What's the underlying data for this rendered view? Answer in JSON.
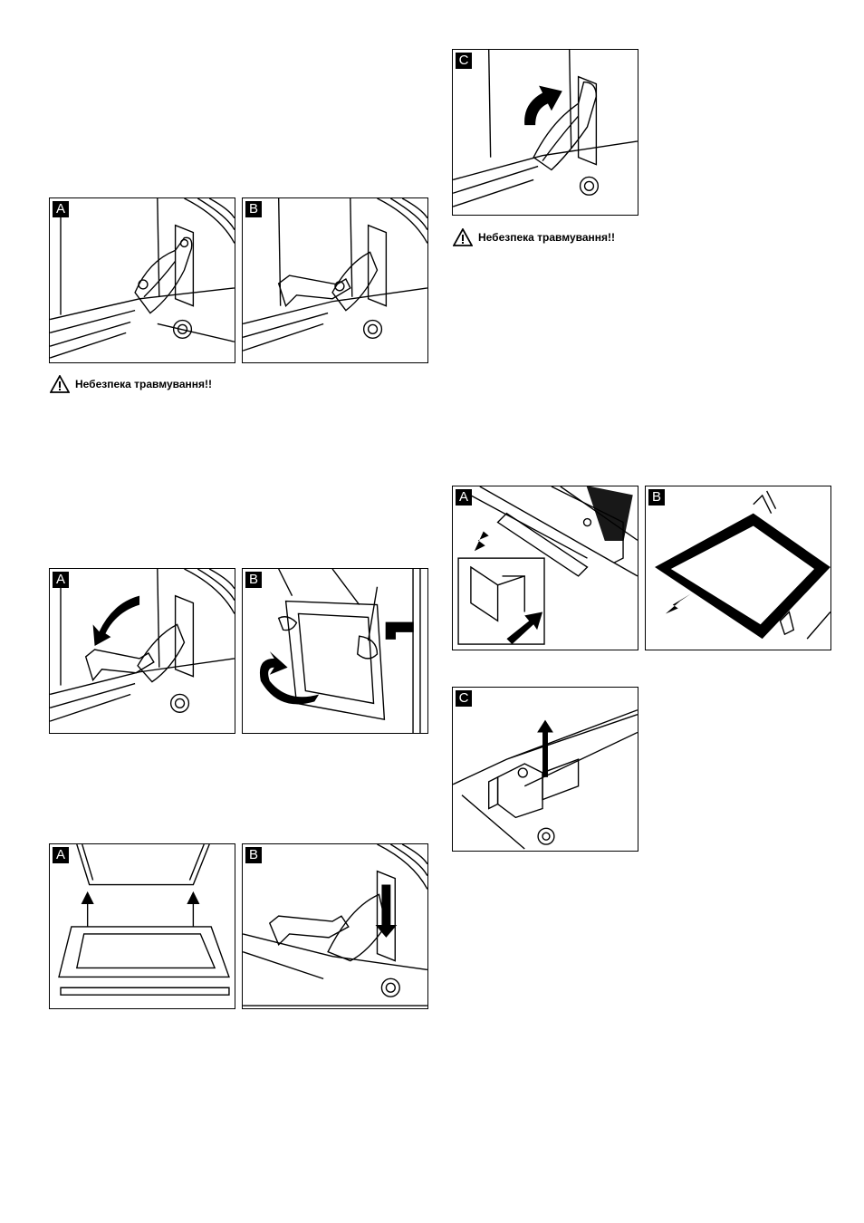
{
  "figures": [
    {
      "id": "hinge-closed",
      "label": "A"
    },
    {
      "id": "hinge-open",
      "label": "B"
    },
    {
      "id": "hinge-lift",
      "label": "C"
    },
    {
      "id": "hinge-turn",
      "label": "A"
    },
    {
      "id": "door-remove",
      "label": "B"
    },
    {
      "id": "door-insert",
      "label": "A"
    },
    {
      "id": "hinge-lower",
      "label": "B"
    },
    {
      "id": "rail-release",
      "label": "A"
    },
    {
      "id": "rail-remove",
      "label": "B"
    },
    {
      "id": "rail-clip",
      "label": "C"
    }
  ],
  "warnings": {
    "injury_1": "Небезпека травмування!!",
    "injury_2": "Небезпека травмування!!"
  },
  "icons": [
    "warning-triangle-icon"
  ]
}
